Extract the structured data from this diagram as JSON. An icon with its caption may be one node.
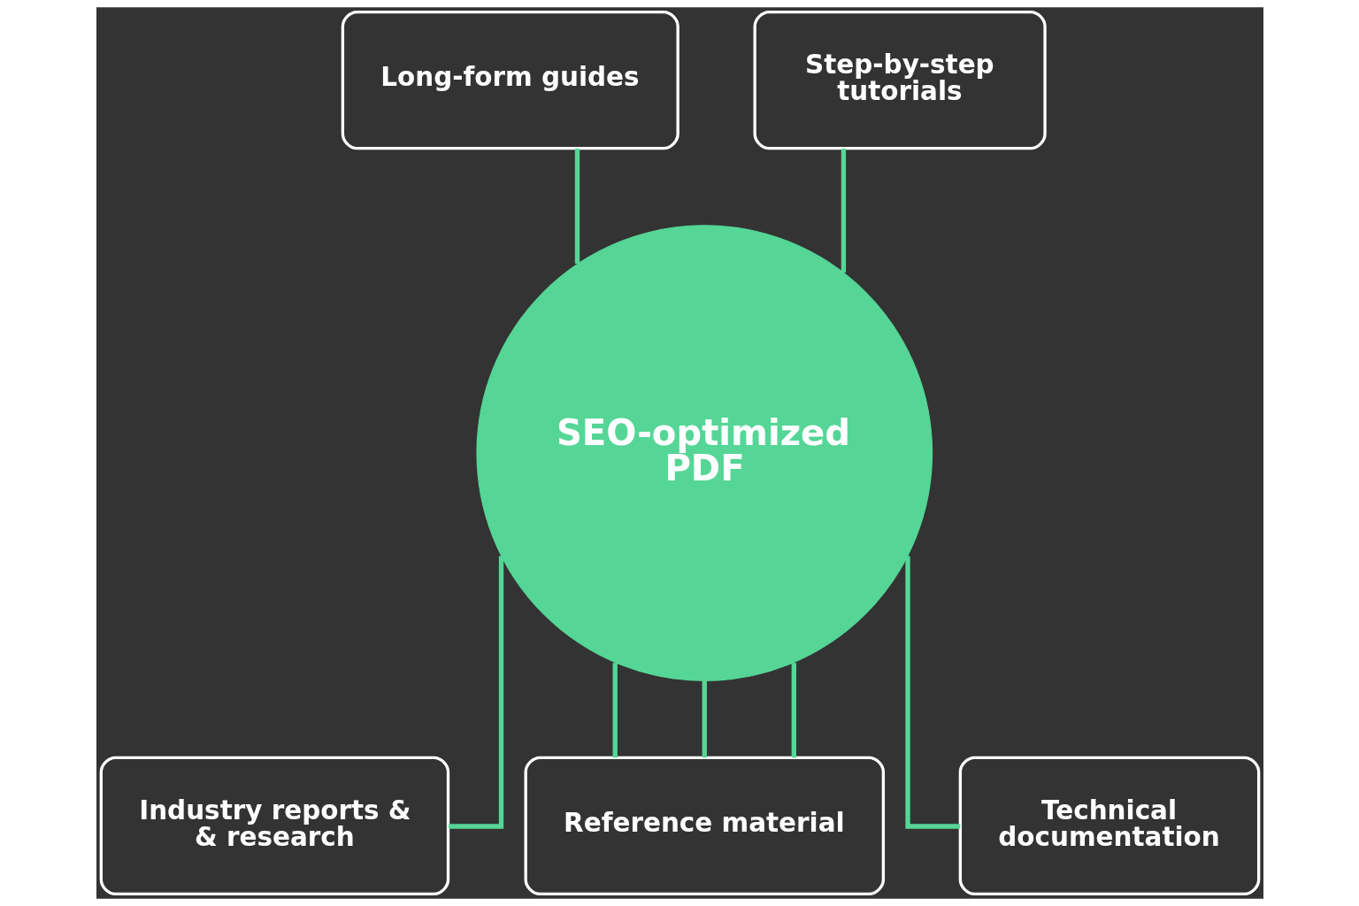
{
  "diagram": {
    "nodes": [
      {
        "text": [
          "Long-form guides"
        ]
      },
      {
        "text": [
          "Step-by-step tutorials"
        ]
      },
      {
        "text": [
          "SEO-optimized PDF"
        ]
      },
      {
        "text": [
          "Industry reports & & research"
        ]
      },
      {
        "text": [
          "Reference material"
        ]
      },
      {
        "text": [
          "Technical documentation"
        ]
      }
    ],
    "edges": [
      {
        "from": 0,
        "to": 2,
        "arrow": "none"
      },
      {
        "from": 1,
        "to": 2,
        "arrow": "none"
      },
      {
        "from": 2,
        "to": 3,
        "arrow": "none"
      },
      {
        "from": 2,
        "to": 4,
        "arrow": "none"
      },
      {
        "from": 2,
        "to": 4,
        "arrow": "none"
      },
      {
        "from": 2,
        "to": 4,
        "arrow": "none"
      },
      {
        "from": 2,
        "to": 5,
        "arrow": "none"
      }
    ]
  }
}
